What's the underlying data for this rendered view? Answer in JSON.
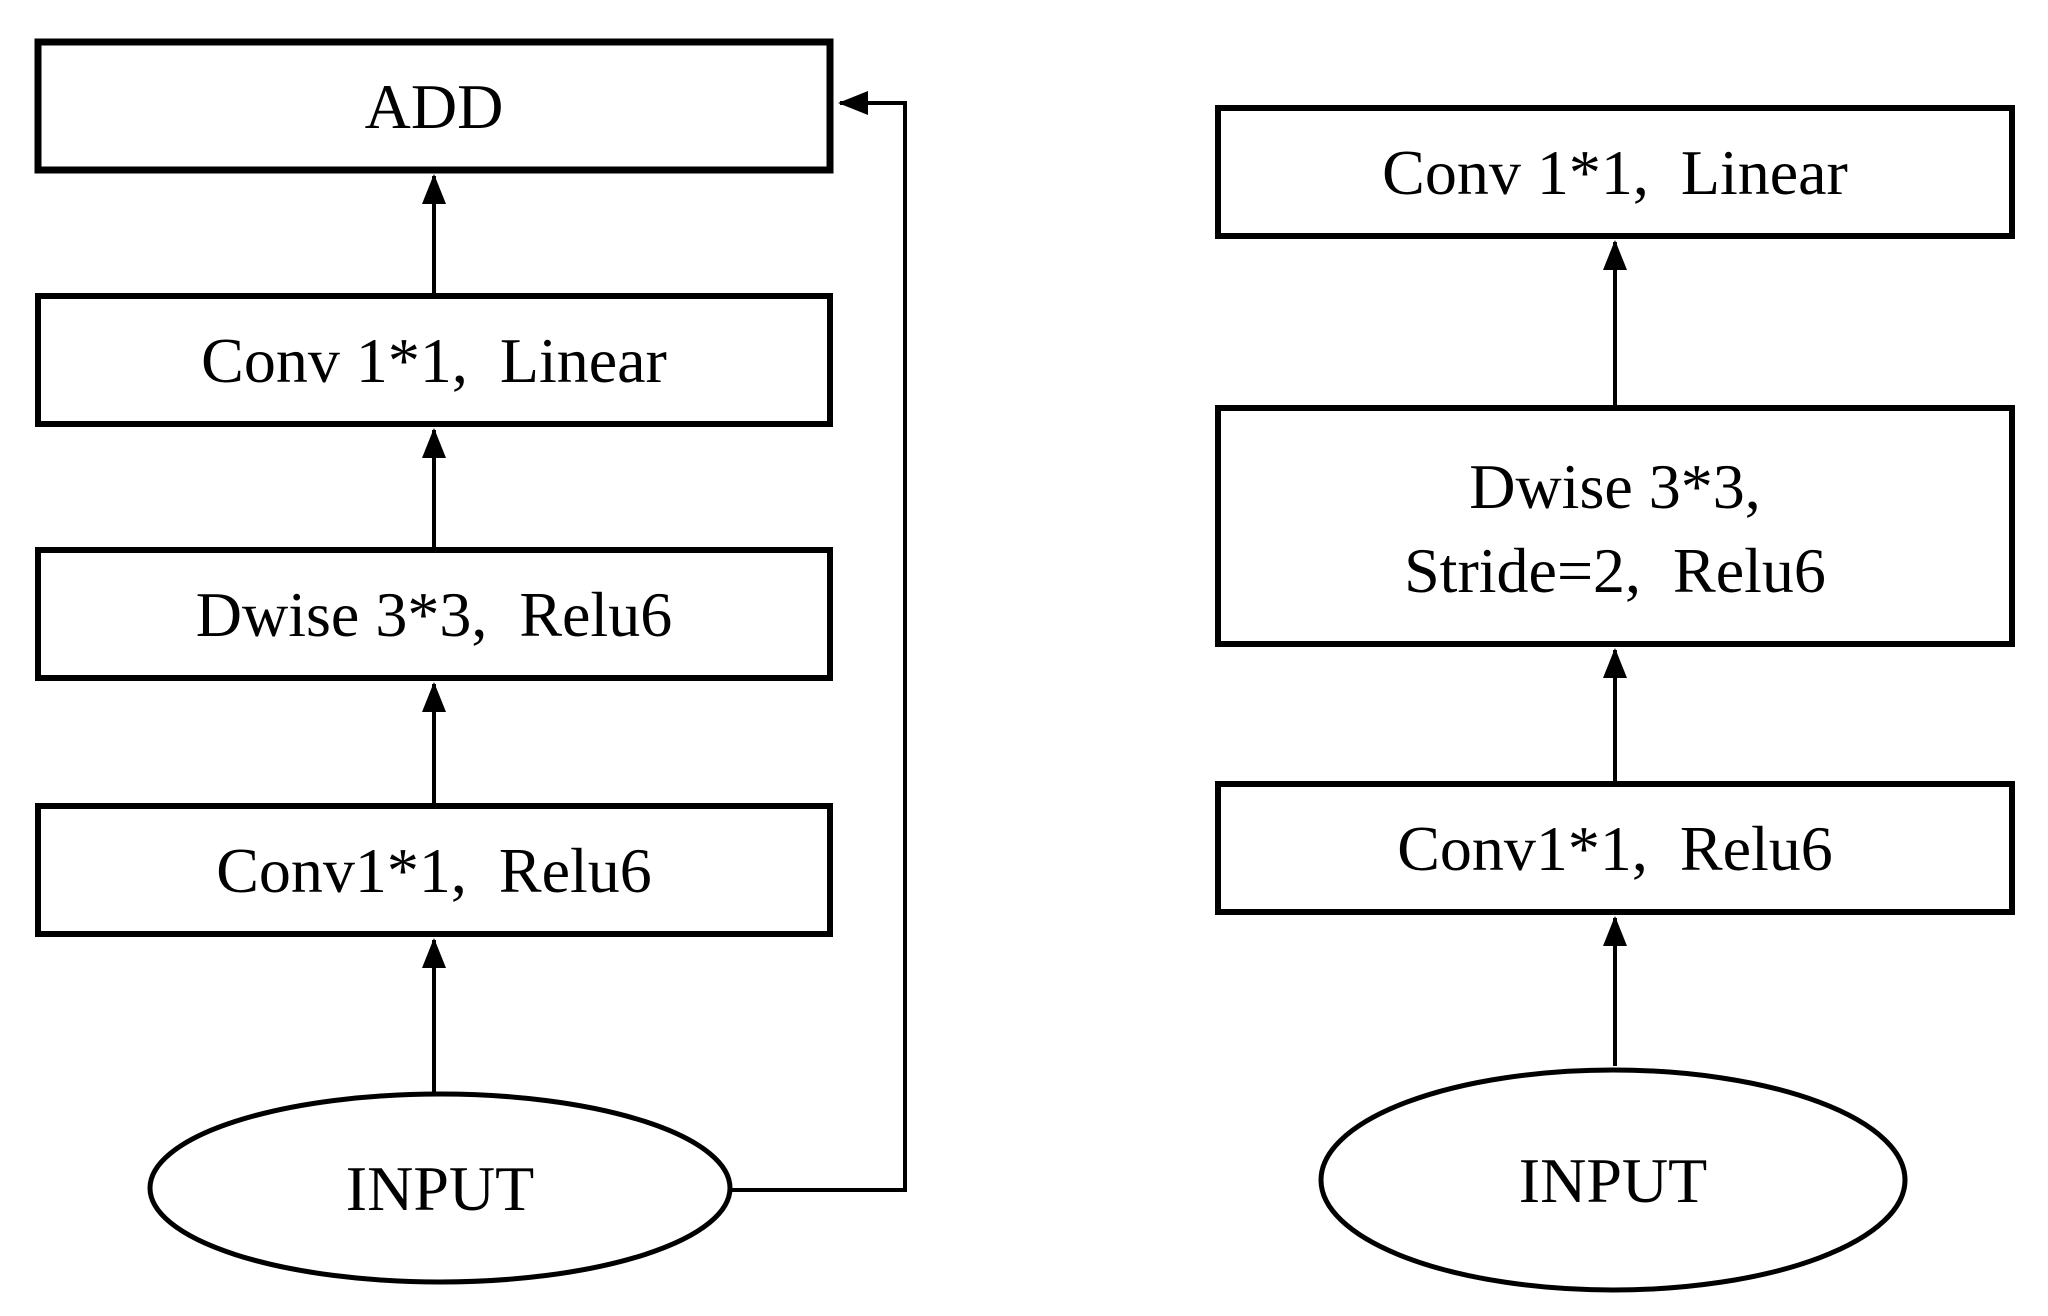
{
  "colors": {
    "line": "#000000",
    "background": "#ffffff",
    "node_fill": "#ffffff"
  },
  "left_block": {
    "add_label": "ADD",
    "conv_linear_label": "Conv 1*1,  Linear",
    "dwise_label": "Dwise 3*3,  Relu6",
    "conv_relu_label": "Conv1*1,  Relu6",
    "input_label": "INPUT"
  },
  "right_block": {
    "conv_linear_label": "Conv 1*1,  Linear",
    "dwise_line1": "Dwise 3*3,",
    "dwise_line2": "Stride=2,  Relu6",
    "conv_relu_label": "Conv1*1,  Relu6",
    "input_label": "INPUT"
  }
}
